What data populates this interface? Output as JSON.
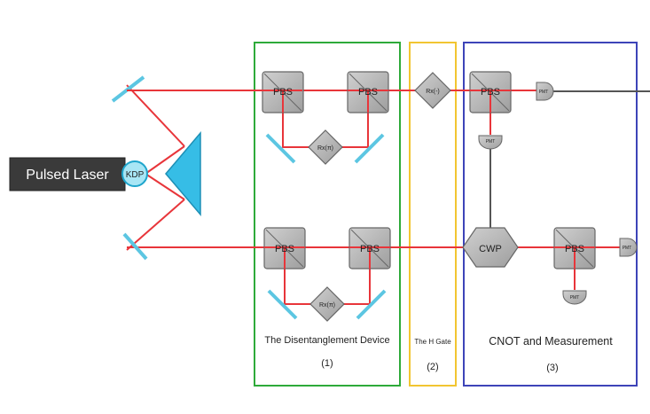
{
  "source": {
    "label": "Pulsed Laser"
  },
  "kdp": {
    "label": "KDP"
  },
  "sections": {
    "disentangle": {
      "title": "The Disentanglement Device",
      "number": "(1)",
      "color": "#2eaa3a"
    },
    "hgate": {
      "title": "The H Gate",
      "number": "(2)",
      "color": "#f2c531"
    },
    "cnot": {
      "title": "CNOT and Measurement",
      "number": "(3)",
      "color": "#3d44b8"
    }
  },
  "components": {
    "pbs_label": "PBS",
    "rx_pi_label": "Rx(π)",
    "rx_neg_label": "Rx(-)",
    "cwp_label": "CWP",
    "pmt_label": "PMT"
  },
  "colors": {
    "beam": "#e8353a",
    "mirror": "#5cc6e2",
    "prism": "#36bde6",
    "component": "#b8b8b8",
    "signal": "#555555",
    "laser_box": "#3a3a3a"
  }
}
